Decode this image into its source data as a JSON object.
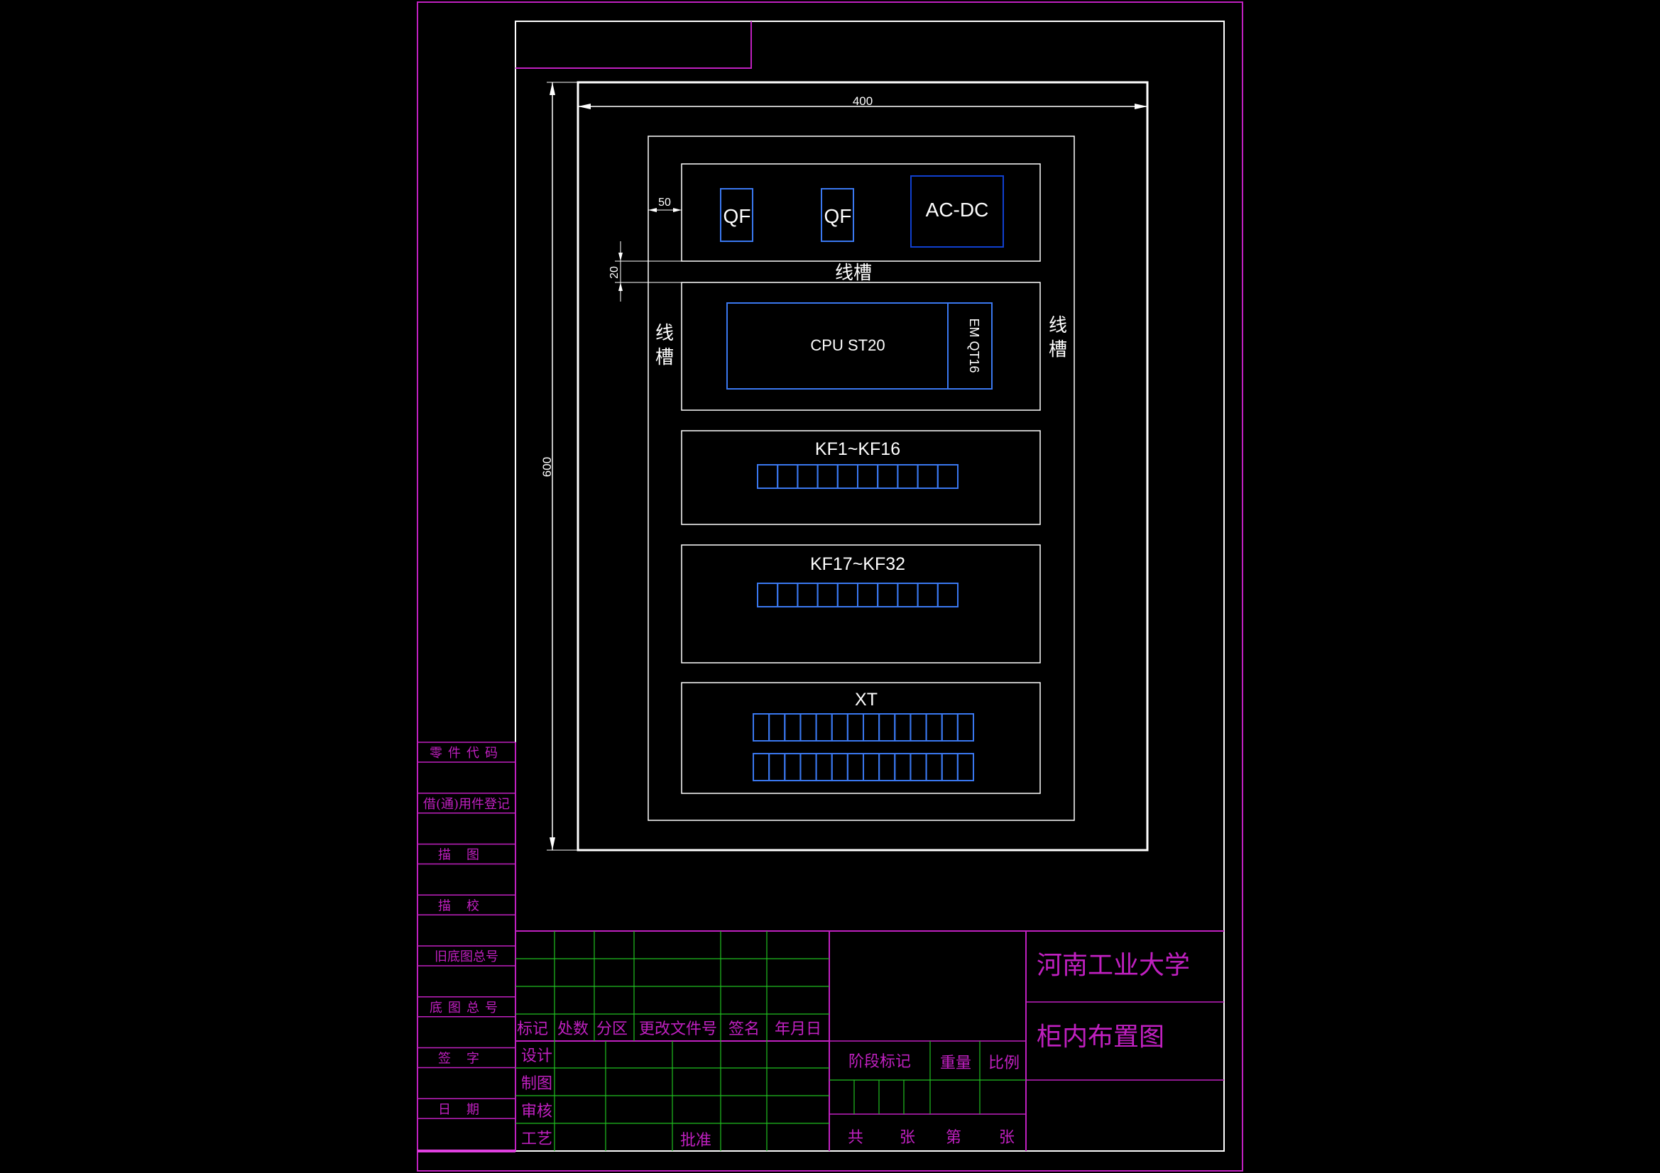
{
  "dimensions": {
    "width": "400",
    "height": "600",
    "edge_gap": "50",
    "duct_gap": "20"
  },
  "components": {
    "qf1": "QF",
    "qf2": "QF",
    "acdc": "AC-DC",
    "cpu": "CPU ST20",
    "em": "EM QT16",
    "kf_row1": "KF1~KF16",
    "kf_row2": "KF17~KF32",
    "xt": "XT"
  },
  "ducts": {
    "top": "线槽",
    "left": "线槽",
    "right": "线槽"
  },
  "left_strip": [
    "零件代码",
    "借(通)用件登记",
    "描图",
    "描校",
    "旧底图总号",
    "底图总号",
    "签字",
    "日期"
  ],
  "title_block": {
    "change_headers": [
      "标记",
      "处数",
      "分区",
      "更改文件号",
      "签名",
      "年月日"
    ],
    "roles": [
      "设计",
      "制图",
      "审核",
      "工艺"
    ],
    "approve": "批准",
    "stage_mark": "阶段标记",
    "weight": "重量",
    "scale": "比例",
    "total": "共",
    "sheets": "张",
    "sheet_no": "第",
    "sheets2": "张",
    "institution": "河南工业大学",
    "drawing_name": "柜内布置图"
  },
  "colors": {
    "frame": "#ffffff",
    "title_lines": "#c020c0",
    "grid_lines": "#20c020",
    "components": "#3a78f0",
    "background": "#000000"
  }
}
